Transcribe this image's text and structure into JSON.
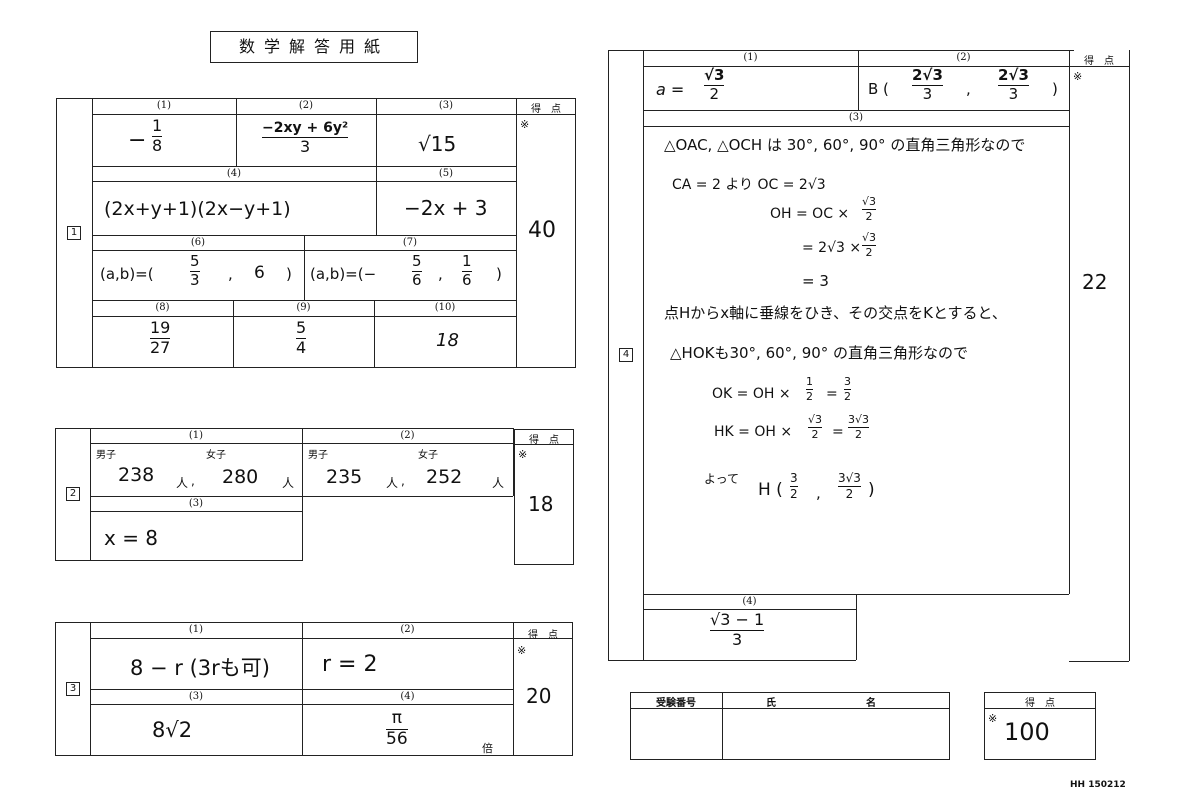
{
  "title": "数学解答用紙",
  "common": {
    "score_header": "得　点",
    "mark": "※"
  },
  "q1": {
    "tag": "1",
    "labels": [
      "(1)",
      "(2)",
      "(3)",
      "(4)",
      "(5)",
      "(6)",
      "(7)",
      "(8)",
      "(9)",
      "(10)"
    ],
    "a1": {
      "sign": "−",
      "num": "1",
      "den": "8"
    },
    "a2": {
      "num": "−2xy + 6y²",
      "den": "3"
    },
    "a3": "√15",
    "a4": "(2x+y+1)(2x−y+1)",
    "a5": "−2x + 3",
    "a6": {
      "prefix": "(a,b)=(",
      "num": "5",
      "den": "3",
      "sep": ",",
      "second": "6",
      "close": ")"
    },
    "a7": {
      "prefix": "(a,b)=(−",
      "num1": "5",
      "den1": "6",
      "sep": ",",
      "num2": "1",
      "den2": "6",
      "close": ")"
    },
    "a8": {
      "num": "19",
      "den": "27"
    },
    "a9": {
      "num": "5",
      "den": "4"
    },
    "a10": "18",
    "score": "40"
  },
  "q2": {
    "tag": "2",
    "labels": [
      "(1)",
      "(2)",
      "(3)"
    ],
    "boys": "男子",
    "girls": "女子",
    "unit": "人",
    "comma": ",",
    "a1_boys": "238",
    "a1_girls": "280",
    "a2_boys": "235",
    "a2_girls": "252",
    "a3": "x = 8",
    "score": "18"
  },
  "q3": {
    "tag": "3",
    "labels": [
      "(1)",
      "(2)",
      "(3)",
      "(4)"
    ],
    "a1": "8 − r (3rも可)",
    "a2": "r = 2",
    "a3": "8√2",
    "a4": {
      "num": "π",
      "den": "56"
    },
    "a4_unit": "倍",
    "score": "20"
  },
  "q4": {
    "tag": "4",
    "labels": [
      "(1)",
      "(2)",
      "(3)",
      "(4)"
    ],
    "a1": {
      "prefix": "a =",
      "num": "√3",
      "den": "2"
    },
    "a2": {
      "prefix": "B (",
      "num1": "2√3",
      "den1": "3",
      "sep": ",",
      "num2": "2√3",
      "den2": "3",
      "close": ")"
    },
    "work": {
      "line1": "△OAC, △OCH は 30°, 60°, 90° の直角三角形なので",
      "line2": "CA = 2 より OC = 2√3",
      "line3a": "OH = OC ×",
      "line3f": {
        "num": "√3",
        "den": "2"
      },
      "line4a": "= 2√3 ×",
      "line4f": {
        "num": "√3",
        "den": "2"
      },
      "line5": "= 3",
      "line6": "点Hからx軸に垂線をひき、その交点をKとすると、",
      "line7": "△HOKも30°, 60°, 90° の直角三角形なので",
      "line8a": "OK = OH ×",
      "line8f1": {
        "num": "1",
        "den": "2"
      },
      "line8eq": "=",
      "line8f2": {
        "num": "3",
        "den": "2"
      },
      "line9a": "HK = OH ×",
      "line9f1": {
        "num": "√3",
        "den": "2"
      },
      "line9eq": "=",
      "line9f2": {
        "num": "3√3",
        "den": "2"
      },
      "line10a": "よって",
      "line10b": "H (",
      "line10f1": {
        "num": "3",
        "den": "2"
      },
      "line10sep": ",",
      "line10f2": {
        "num": "3√3",
        "den": "2"
      },
      "line10close": ")"
    },
    "a4": {
      "num": "√3 − 1",
      "den": "3"
    },
    "score": "22"
  },
  "footer": {
    "exam_number": "受験番号",
    "name_a": "氏",
    "name_b": "名",
    "total_score": "100",
    "code": "HH 150212"
  }
}
